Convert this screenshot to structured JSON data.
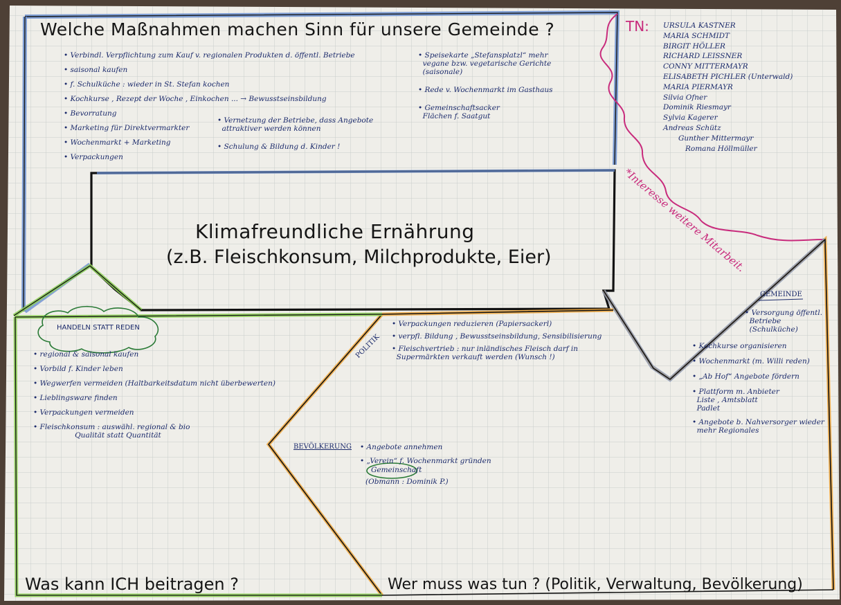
{
  "top_box": {
    "title": "Welche Maßnahmen machen Sinn für unsere Gemeinde ?",
    "left_items": [
      "• Verbindl. Verpflichtung zum Kauf v. regionalen Produkten d. öffentl. Betriebe",
      "• saisonal kaufen",
      "• f. Schulküche : wieder in St. Stefan kochen",
      "• Kochkurse , Rezept der Woche , Einkochen ... → Bewusstseinsbildung",
      "• Bevorratung",
      "• Marketing für Direktvermarkter",
      "• Wochenmarkt + Marketing",
      "• Verpackungen"
    ],
    "middle_items": [
      "• Vernetzung der Betriebe, dass Angebote",
      "  attraktiver werden können",
      "• Schulung & Bildung d. Kinder !"
    ],
    "right_items": [
      "• Speisekarte „Stefansplatzl“ mehr",
      "  vegane bzw. vegetarische Gerichte",
      "  (saisonale)",
      "• Rede v. Wochenmarkt im Gasthaus",
      "• Gemeinschaftsacker",
      "  Flächen f. Saatgut"
    ]
  },
  "participants": {
    "label": "TN:",
    "names": [
      "URSULA KASTNER",
      "MARIA SCHMIDT",
      "BIRGIT HÖLLER",
      "RICHARD LEISSNER",
      "CONNY MITTERMAYR",
      "ELISABETH PICHLER (Unterwald)",
      "MARIA PIERMAYR",
      "Silvia Ofner",
      "Dominik Riesmayr",
      "Sylvia Kagerer",
      "Andreas Schütz",
      "Gunther Mittermayr",
      "Romana Höllmüller"
    ],
    "note": "*Interesse weitere Mitarbeit."
  },
  "center_box": {
    "line1": "Klimafreundliche Ernährung",
    "line2": "(z.B. Fleischkonsum, Milchprodukte, Eier)"
  },
  "left_section": {
    "bubble": "HANDELN  STATT  REDEN",
    "items": [
      "• regional & saisonal kaufen",
      "• Vorbild f. Kinder leben",
      "• Wegwerfen vermeiden (Haltbarkeitsdatum nicht überbewerten)",
      "• Lieblingsware finden",
      "• Verpackungen vermeiden",
      "• Fleischkonsum : auswähl. regional & bio",
      "                  Qualität statt Quantität"
    ],
    "footer": "Was kann ICH beitragen ?"
  },
  "politik": {
    "label": "POLITIK",
    "items": [
      "• Verpackungen reduzieren (Papiersackerl)",
      "• verpfl. Bildung , Bewusstseinsbildung, Sensibilisierung",
      "• Fleischvertrieb : nur inländisches Fleisch darf in",
      "  Supermärkten verkauft werden (Wunsch !)"
    ]
  },
  "bevoelkerung": {
    "label": "BEVÖLKERUNG",
    "items": [
      "• Angebote annehmen",
      "• „Verein“ f. Wochenmarkt gründen"
    ],
    "circled": "Gemeinschaft",
    "sub": "(Obmann : Dominik P.)"
  },
  "gemeinde": {
    "label": "GEMEINDE",
    "items": [
      "• Versorgung öffentl.",
      "  Betriebe",
      "  (Schulküche)",
      "• Kochkurse organisieren",
      "• Wochenmarkt (m. Willi reden)",
      "• „Ab Hof“ Angebote fördern",
      "• Plattform m. Anbieter",
      "  Liste , Amtsblatt",
      "  Padlet",
      "• Angebote b. Nahversorger wieder",
      "  mehr Regionales"
    ]
  },
  "bottom_right_footer": "Wer muss was tun ? (Politik, Verwaltung, Bevölkerung)",
  "colors": {
    "paper": "#eeede8",
    "grid": "#c7cccc",
    "ink_blue": "#1b2a6b",
    "marker_blue": "#5b7fc6",
    "marker_green": "#8fd05a",
    "marker_orange": "#f0a63a",
    "marker_pink": "#c82b7c",
    "black": "#151515"
  }
}
